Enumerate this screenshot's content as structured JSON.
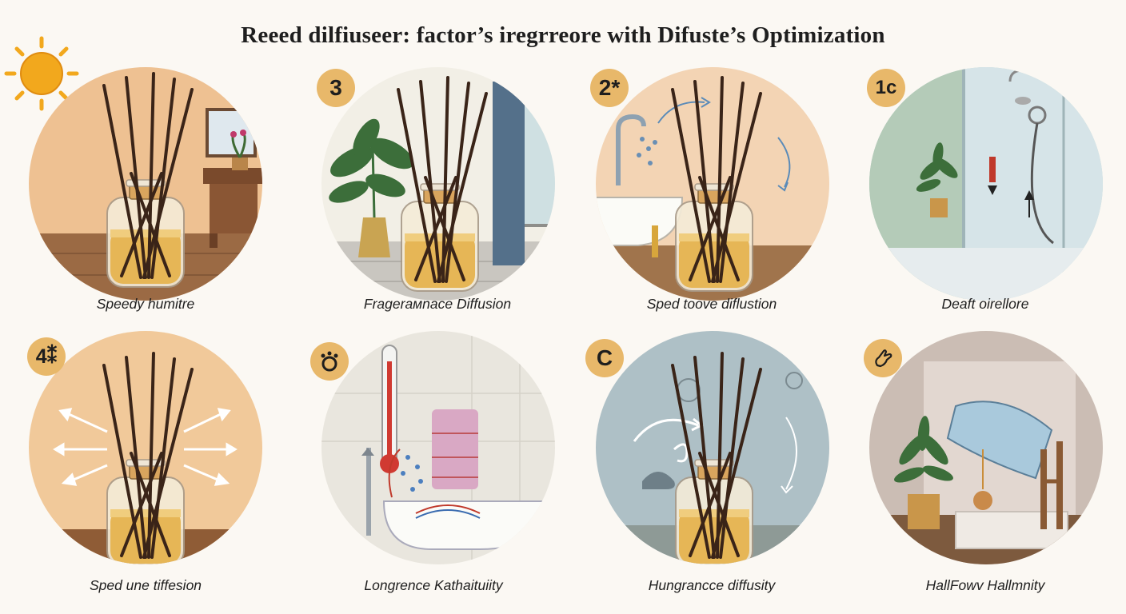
{
  "title": "Reeed dilfiuseer: factor’s iregrreore with Difuste’s Optimization",
  "panels": [
    {
      "caption": "Speedy humitre",
      "badge": "",
      "badge_icon": "sun-icon"
    },
    {
      "caption": "Fragerамnace Diffusion",
      "badge": "3",
      "badge_icon": ""
    },
    {
      "caption": "Sped toove diflustion",
      "badge": "2*",
      "badge_icon": ""
    },
    {
      "caption": "Deaft oirellore",
      "badge": "1c",
      "badge_icon": ""
    },
    {
      "caption": "Sped une tiffesion",
      "badge": "4⁑",
      "badge_icon": ""
    },
    {
      "caption": "Longrence Kathaituiity",
      "badge": "",
      "badge_icon": "bubbles-icon"
    },
    {
      "caption": "Hungrancce diffusity",
      "badge": "C",
      "badge_icon": ""
    },
    {
      "caption": "HallFowv Hallmnity",
      "badge": "",
      "badge_icon": "hand-icon"
    }
  ],
  "colors": {
    "badge": "#e8b86a",
    "reed": "#3a2418",
    "oil": "#e6b656",
    "sun": "#f2a81d"
  }
}
